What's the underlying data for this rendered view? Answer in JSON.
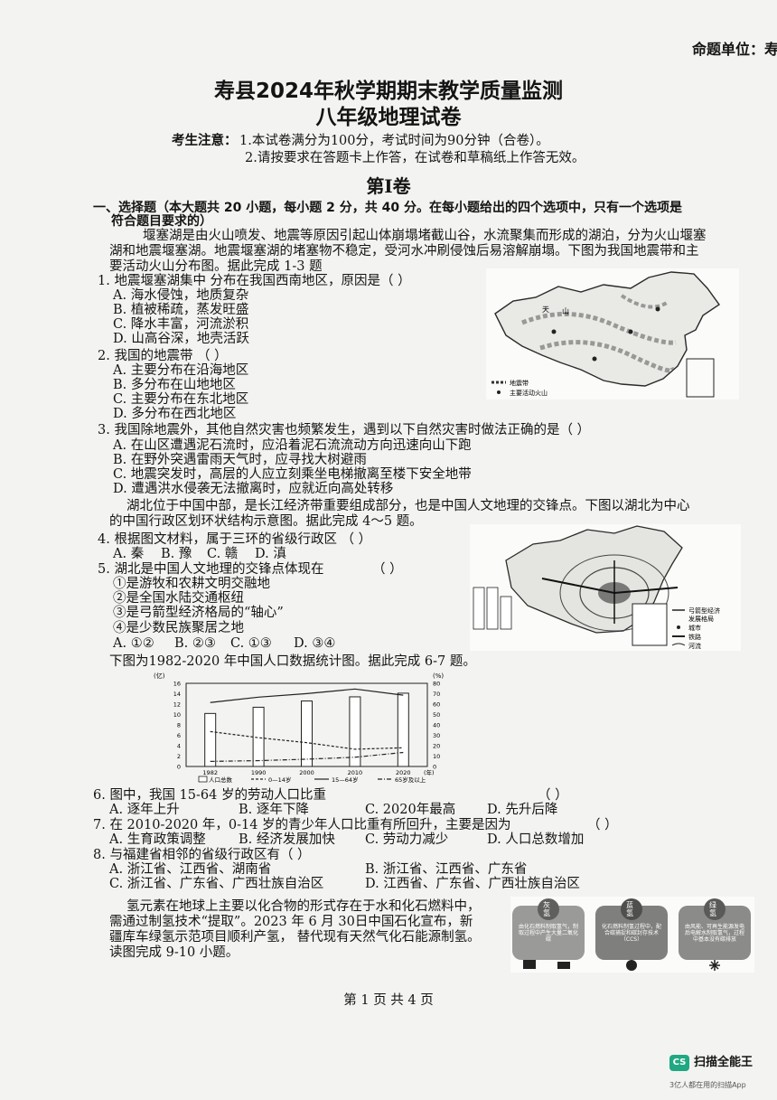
{
  "header": {
    "unit": "命题单位：寿"
  },
  "title": {
    "line1": "寿县2024年秋学期期末教学质量监测",
    "line2": "八年级地理试卷"
  },
  "notice": {
    "label": "考生注意：",
    "item1": "1.本试卷满分为100分，考试时间为90分钟（合卷）。",
    "item2": "2.请按要求在答题卡上作答，在试卷和草稿纸上作答无效。"
  },
  "volume": "第Ⅰ卷",
  "section1": {
    "line1": "一、选择题（本大题共 20 小题，每小题 2 分，共 40 分。在每小题给出的四个选项中，只有一个选项是",
    "line2": "符合题目要求的）"
  },
  "passage1": {
    "l1": "堰塞湖是由火山喷发、地震等原因引起山体崩塌堵截山谷，水流聚集而形成的湖泊，分为火山堰塞",
    "l2": "湖和地震堰塞湖。地震堰塞湖的堵塞物不稳定，受河水冲刷侵蚀后易溶解崩塌。下图为我国地震带和主",
    "l3": "要活动火山分布图。据此完成 1-3 题"
  },
  "map1": {
    "legend1": "地震带",
    "legend2": "主要活动火山",
    "label_a": "天",
    "label_b": "山"
  },
  "q1": {
    "stem": "1. 地震堰塞湖集中 分布在我国西南地区，原因是（      ）",
    "a": "A. 海水侵蚀，地质复杂",
    "b": "B. 植被稀疏，蒸发旺盛",
    "c": "C. 降水丰富，河流淤积",
    "d": "D. 山高谷深，地壳活跃"
  },
  "q2": {
    "stem": "2. 我国的地震带      （      ）",
    "a": "A. 主要分布在沿海地区",
    "b": "B. 多分布在山地地区",
    "c": "C. 主要分布在东北地区",
    "d": "D. 多分布在西北地区"
  },
  "q3": {
    "stem": "3. 我国除地震外，其他自然灾害也频繁发生，遇到以下自然灾害时做法正确的是（      ）",
    "a": "A. 在山区遭遇泥石流时，应沿着泥石流流动方向迅速向山下跑",
    "b": "B. 在野外突遇雷雨天气时，应寻找大树避雨",
    "c": "C. 地震突发时，高层的人应立刻乘坐电梯撤离至楼下安全地带",
    "d": "D. 遭遇洪水侵袭无法撤离时，应就近向高处转移"
  },
  "passage2": {
    "l1": "湖北位于中国中部，是长江经济带重要组成部分，也是中国人文地理的交锋点。下图以湖北为中心",
    "l2": "的中国行政区划环状结构示意图。据此完成 4～5 题。"
  },
  "map2": {
    "legend1": "弓箭型经济",
    "legend2": "发展格局",
    "legend3": "城市",
    "legend4": "铁路",
    "legend5": "河流"
  },
  "q4": {
    "stem": "4. 根据图文材料，属于三环的省级行政区      （      ）",
    "a": "A. 秦",
    "b": "B. 豫",
    "c": "C. 赣",
    "d": "D. 滇"
  },
  "q5": {
    "stem": "5. 湖北是中国人文地理的交锋点体现在",
    "paren": "（      ）",
    "o1": "①是游牧和农耕文明交融地",
    "o2": "②是全国水陆交通枢纽",
    "o3": "③是弓箭型经济格局的“轴心”",
    "o4": "④是少数民族聚居之地",
    "a": "A. ①②",
    "b": "B. ②③",
    "c": "C. ①③",
    "d": "D. ③④"
  },
  "passage3": "下图为1982-2020 年中国人口数据统计图。据此完成 6-7 题。",
  "chart_data": {
    "type": "bar",
    "categories": [
      "1982",
      "1990",
      "2000",
      "2010",
      "2020"
    ],
    "series": [
      {
        "name": "人口总数",
        "values": [
          10.2,
          11.4,
          12.6,
          13.4,
          14.1
        ]
      },
      {
        "name": "0—14岁",
        "values": [
          33.6,
          27.7,
          22.9,
          16.6,
          18.0
        ]
      },
      {
        "name": "15—64岁",
        "values": [
          61.5,
          66.7,
          70.1,
          74.5,
          68.6
        ]
      },
      {
        "name": "65岁及以上",
        "values": [
          4.9,
          5.6,
          7.0,
          8.9,
          13.5
        ]
      }
    ],
    "y_left_label": "(亿)",
    "y_right_label": "(%)",
    "x_unit": "(年)",
    "y_left_ticks": [
      "16",
      "14",
      "12",
      "10",
      "8",
      "6",
      "4",
      "2",
      "0"
    ],
    "y_right_ticks": [
      "80",
      "70",
      "60",
      "50",
      "40",
      "30",
      "20",
      "10",
      "0"
    ],
    "ylim_left": [
      0,
      16
    ],
    "ylim_right": [
      0,
      80
    ]
  },
  "q6": {
    "stem": "6. 图中，我国 15-64 岁的劳动人口比重",
    "paren": "（      ）",
    "a": "A. 逐年上升",
    "b": "B. 逐年下降",
    "c": "C. 2020年最高",
    "d": "D. 先升后降"
  },
  "q7": {
    "stem": "7. 在 2010-2020 年，0-14 岁的青少年人口比重有所回升，主要是因为",
    "paren": "（      ）",
    "a": "A. 生育政策调整",
    "b": "B. 经济发展加快",
    "c": "C. 劳动力减少",
    "d": "D. 人口总数增加"
  },
  "q8": {
    "stem": "8. 与福建省相邻的省级行政区有（      ）",
    "a": "A. 浙江省、江西省、湖南省",
    "b": "B. 浙江省、江西省、广东省",
    "c": "C. 浙江省、广东省、广西壮族自治区",
    "d": "D. 江西省、广东省、广西壮族自治区"
  },
  "passage4": {
    "l1": "氢元素在地球上主要以化合物的形式存在于水和化石燃料中，",
    "l2": "需通过制氢技术“提取”。2023 年 6 月 30日中国石化宣布，新",
    "l3": "疆库车绿氢示范项目顺利产氢，  替代现有天然气化石能源制氢。",
    "l4": "读图完成 9-10 小题。"
  },
  "hydrogen": {
    "gray_title": "灰氢",
    "blue_title": "蓝氢",
    "green_title": "绿氢",
    "gray_text": "由化石燃料制取氢气，制取过程中产生大量二氧化碳",
    "blue_text": "化石燃料制氢过程中，配合碳捕捉和碳封存技术（CCS）",
    "green_text": "由风能、可再生能源发电后电解水制取氢气，过程中基本没有碳排放"
  },
  "footer": {
    "page": "第 1 页 共 4 页"
  },
  "watermark": {
    "brand": "扫描全能王",
    "sub": "3亿人都在用的扫描App",
    "logo": "CS"
  }
}
